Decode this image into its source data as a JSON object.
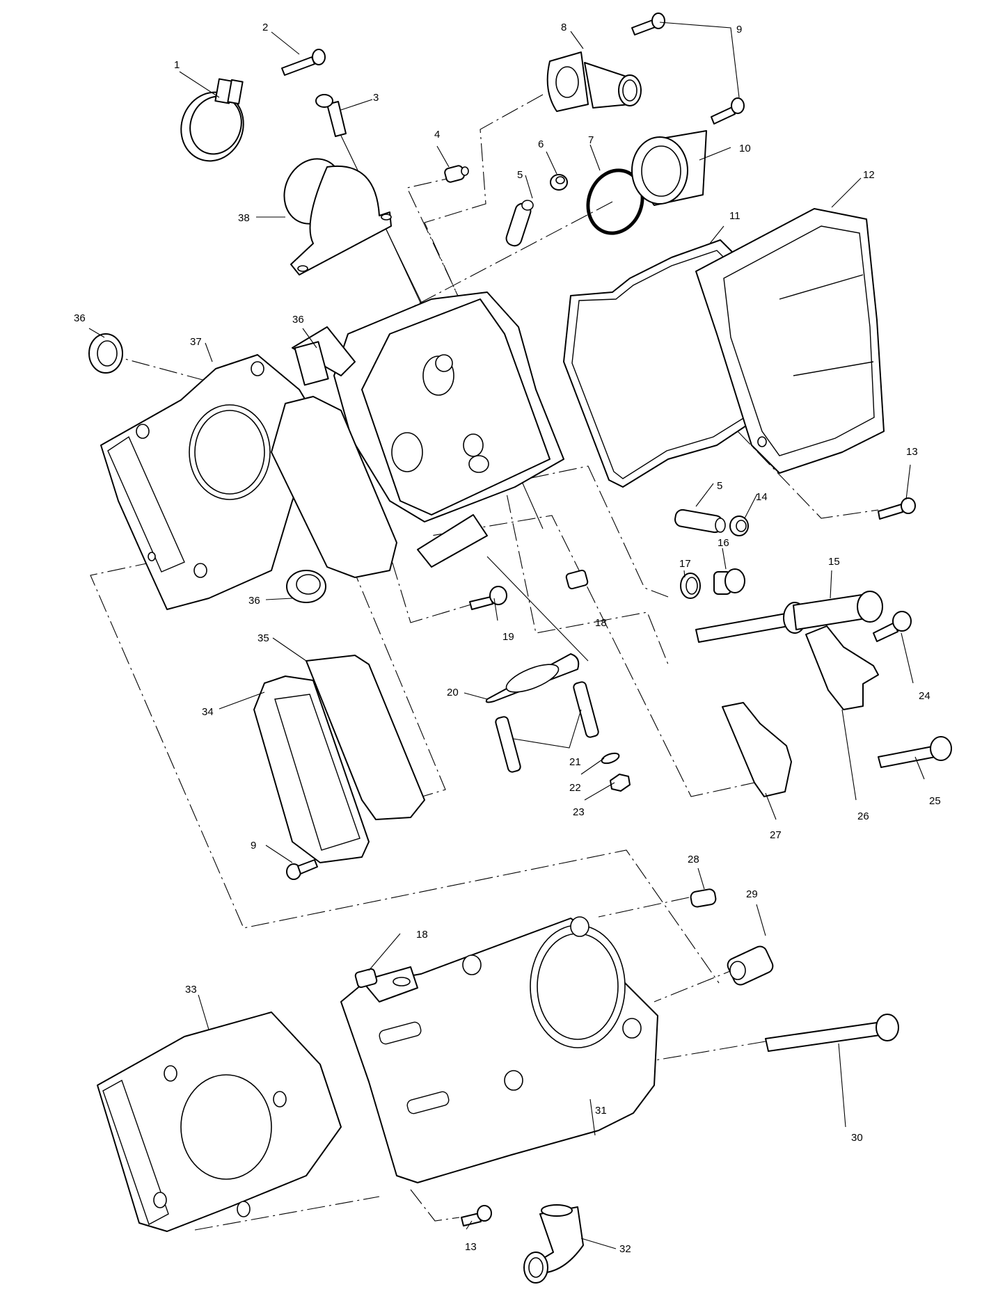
{
  "diagram": {
    "type": "exploded-parts-view",
    "subject": "engine cylinder / cylinder head assembly",
    "colors": {
      "line": "#000000",
      "background": "#ffffff"
    },
    "callouts": [
      {
        "id": "c1",
        "number": "1",
        "part": "hose clamp"
      },
      {
        "id": "c2",
        "number": "2",
        "part": "clamp screw"
      },
      {
        "id": "c3",
        "number": "3",
        "part": "screw"
      },
      {
        "id": "c4",
        "number": "4",
        "part": "dowel pin"
      },
      {
        "id": "c5a",
        "number": "5",
        "part": "valve guide"
      },
      {
        "id": "c6",
        "number": "6",
        "part": "seal cap"
      },
      {
        "id": "c7",
        "number": "7",
        "part": "o-ring"
      },
      {
        "id": "c8",
        "number": "8",
        "part": "coolant elbow"
      },
      {
        "id": "c9a",
        "number": "9",
        "part": "flange bolt"
      },
      {
        "id": "c10",
        "number": "10",
        "part": "thermostat housing"
      },
      {
        "id": "c11",
        "number": "11",
        "part": "valve cover gasket"
      },
      {
        "id": "c12",
        "number": "12",
        "part": "valve cover"
      },
      {
        "id": "c13a",
        "number": "13",
        "part": "flange bolt"
      },
      {
        "id": "c5b",
        "number": "5",
        "part": "valve guide"
      },
      {
        "id": "c14",
        "number": "14",
        "part": "seal cap"
      },
      {
        "id": "c15",
        "number": "15",
        "part": "head bolt"
      },
      {
        "id": "c16",
        "number": "16",
        "part": "plug"
      },
      {
        "id": "c17",
        "number": "17",
        "part": "washer"
      },
      {
        "id": "c18a",
        "number": "18",
        "part": "dowel"
      },
      {
        "id": "c19",
        "number": "19",
        "part": "bolt"
      },
      {
        "id": "c20",
        "number": "20",
        "part": "exhaust gasket"
      },
      {
        "id": "c21",
        "number": "21",
        "part": "stud"
      },
      {
        "id": "c22",
        "number": "22",
        "part": "lock washer"
      },
      {
        "id": "c23",
        "number": "23",
        "part": "nut"
      },
      {
        "id": "c24",
        "number": "24",
        "part": "bolt"
      },
      {
        "id": "c25",
        "number": "25",
        "part": "bolt"
      },
      {
        "id": "c26",
        "number": "26",
        "part": "mount bracket"
      },
      {
        "id": "c27",
        "number": "27",
        "part": "mount bracket"
      },
      {
        "id": "c28",
        "number": "28",
        "part": "dowel"
      },
      {
        "id": "c29",
        "number": "29",
        "part": "fitting"
      },
      {
        "id": "c30",
        "number": "30",
        "part": "cylinder bolt"
      },
      {
        "id": "c31",
        "number": "31",
        "part": "cylinder"
      },
      {
        "id": "c32",
        "number": "32",
        "part": "coolant elbow"
      },
      {
        "id": "c33",
        "number": "33",
        "part": "base gasket"
      },
      {
        "id": "c18b",
        "number": "18",
        "part": "dowel"
      },
      {
        "id": "c13b",
        "number": "13",
        "part": "flange bolt"
      },
      {
        "id": "c34",
        "number": "34",
        "part": "side cover"
      },
      {
        "id": "c35",
        "number": "35",
        "part": "side cover gasket"
      },
      {
        "id": "c9b",
        "number": "9",
        "part": "flange bolt"
      },
      {
        "id": "c36a",
        "number": "36",
        "part": "oil seal"
      },
      {
        "id": "c37",
        "number": "37",
        "part": "head gasket"
      },
      {
        "id": "c36b",
        "number": "36",
        "part": "oil seal"
      },
      {
        "id": "c36c",
        "number": "36",
        "part": "oil seal"
      },
      {
        "id": "c38",
        "number": "38",
        "part": "intake boot"
      }
    ]
  }
}
